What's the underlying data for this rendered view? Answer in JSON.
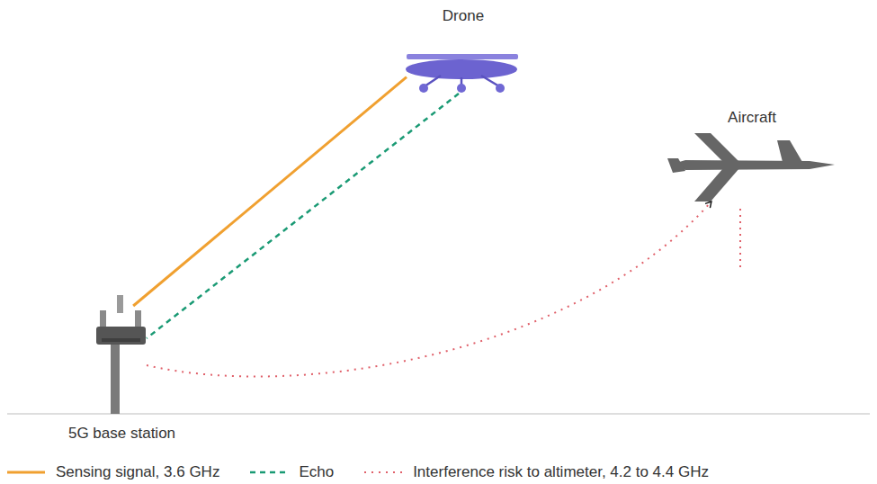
{
  "diagram": {
    "nodes": [
      {
        "text": [
          "Drone"
        ]
      },
      {
        "text": [
          "Aircraft"
        ]
      },
      {
        "text": [
          "5G base station"
        ]
      }
    ],
    "edges": [
      {
        "from": 2,
        "to": 0,
        "arrow": "none"
      },
      {
        "from": 0,
        "to": 2,
        "arrow": "none"
      },
      {
        "from": 2,
        "to": 1,
        "arrow": "to"
      }
    ],
    "legend": [
      {
        "text": "Sensing signal, 3.6 GHz"
      },
      {
        "text": "Echo"
      },
      {
        "text": "Interference risk to altimeter, 4.2 to 4.4 GHz"
      }
    ]
  }
}
